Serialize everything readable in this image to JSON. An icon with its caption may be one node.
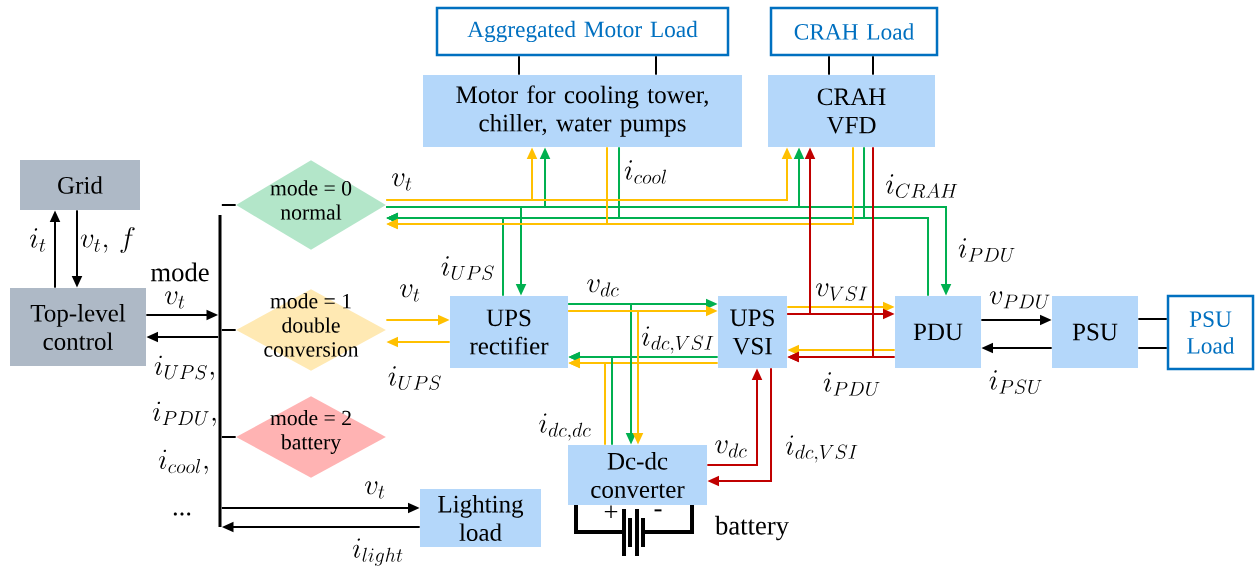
{
  "diagram": {
    "nodes": [
      {
        "text": [
          "Aggregated Motor Load"
        ]
      },
      {
        "text": [
          "CRAH Load"
        ]
      },
      {
        "text": [
          "Motor for cooling tower, chiller, water pumps"
        ]
      },
      {
        "text": [
          "CRAH VFD"
        ]
      },
      {
        "text": [
          "Grid"
        ]
      },
      {
        "text": [
          "mode = 0 normal"
        ]
      },
      {
        "text": [],
        "shape": "bar"
      },
      {
        "text": [
          "Top-level control"
        ]
      },
      {
        "text": [
          "mode = 1 double conversion"
        ]
      },
      {
        "text": [
          "UPS rectifier"
        ]
      },
      {
        "text": [
          "UPS VSI"
        ]
      },
      {
        "text": [
          "PDU"
        ]
      },
      {
        "text": [
          "PSU"
        ]
      },
      {
        "text": [
          "PSU Load"
        ]
      },
      {
        "text": [
          "mode = 2 battery"
        ]
      },
      {
        "text": [
          "Dc-dc converter"
        ]
      },
      {
        "text": [
          "Lighting load"
        ]
      }
    ],
    "edges": [
      {
        "from": 0,
        "to": 2,
        "arrow": "none"
      },
      {
        "from": 0,
        "to": 2,
        "arrow": "none"
      },
      {
        "from": 1,
        "to": 3,
        "arrow": "none"
      },
      {
        "from": 1,
        "to": 3,
        "arrow": "none"
      },
      {
        "from": 7,
        "to": 4,
        "arrow": "to",
        "label": "i_{t}"
      },
      {
        "from": 4,
        "to": 7,
        "arrow": "to",
        "label": "v_{t},\\,f"
      },
      {
        "from": 7,
        "to": 6,
        "arrow": "to",
        "label": "v_{t}"
      },
      {
        "from": 6,
        "to": 7,
        "arrow": "to"
      },
      {
        "from": 6,
        "to": 5,
        "arrow": "none"
      },
      {
        "from": 6,
        "to": 8,
        "arrow": "none"
      },
      {
        "from": 6,
        "to": 14,
        "arrow": "none"
      },
      {
        "from": 6,
        "to": 16,
        "arrow": "to",
        "label": "v_{t}"
      },
      {
        "from": 16,
        "to": 6,
        "arrow": "to",
        "label": "i_{light}"
      },
      {
        "from": 11,
        "to": 12,
        "arrow": "to",
        "label": "v_{PDU}"
      },
      {
        "from": 12,
        "to": 11,
        "arrow": "to",
        "label": "i_{PSU}"
      },
      {
        "from": 12,
        "to": 13,
        "arrow": "none"
      },
      {
        "from": 12,
        "to": 13,
        "arrow": "none"
      },
      {
        "from": 5,
        "to": 2,
        "arrow": "to",
        "color": "#00b050"
      },
      {
        "from": 5,
        "to": 3,
        "arrow": "to",
        "color": "#00b050"
      },
      {
        "from": 5,
        "to": 11,
        "arrow": "to",
        "color": "#00b050",
        "label": "i_{PDU}"
      },
      {
        "from": 5,
        "to": 9,
        "arrow": "to",
        "color": "#00b050"
      },
      {
        "from": 2,
        "to": 5,
        "arrow": "to",
        "color": "#00b050",
        "label": "i_{cool}"
      },
      {
        "from": 3,
        "to": 5,
        "arrow": "to",
        "color": "#00b050",
        "label": "i_{CRAH}"
      },
      {
        "from": 11,
        "to": 5,
        "arrow": "to",
        "color": "#00b050"
      },
      {
        "from": 9,
        "to": 5,
        "arrow": "to",
        "color": "#00b050",
        "label": "i_{UPS}"
      },
      {
        "from": 5,
        "to": 2,
        "arrow": "to",
        "color": "#ffc000",
        "label": "v_{t}"
      },
      {
        "from": 5,
        "to": 3,
        "arrow": "to",
        "color": "#ffc000"
      },
      {
        "from": 2,
        "to": 5,
        "arrow": "to",
        "color": "#ffc000"
      },
      {
        "from": 3,
        "to": 5,
        "arrow": "to",
        "color": "#ffc000"
      },
      {
        "from": 8,
        "to": 9,
        "arrow": "to",
        "color": "#ffc000",
        "label": "v_{t}"
      },
      {
        "from": 9,
        "to": 8,
        "arrow": "to",
        "color": "#ffc000",
        "label": "i_{UPS}"
      },
      {
        "from": 9,
        "to": 10,
        "arrow": "to",
        "color": "#00b050",
        "label": "v_{dc}"
      },
      {
        "from": 9,
        "to": 10,
        "arrow": "to",
        "color": "#ffc000"
      },
      {
        "from": 10,
        "to": 9,
        "arrow": "to",
        "color": "#00b050",
        "label": "i_{dc,VSI}"
      },
      {
        "from": 10,
        "to": 9,
        "arrow": "to",
        "color": "#ffc000"
      },
      {
        "from": 9,
        "to": 15,
        "arrow": "to",
        "color": "#00b050"
      },
      {
        "from": 9,
        "to": 15,
        "arrow": "to",
        "color": "#ffc000"
      },
      {
        "from": 15,
        "to": 9,
        "arrow": "to",
        "color": "#00b050",
        "label": "i_{dc,dc}"
      },
      {
        "from": 15,
        "to": 9,
        "arrow": "to",
        "color": "#ffc000"
      },
      {
        "from": 10,
        "to": 11,
        "arrow": "to",
        "color": "#ffc000"
      },
      {
        "from": 10,
        "to": 11,
        "arrow": "to",
        "color": "#c00000",
        "label": "v_{VSI}"
      },
      {
        "from": 11,
        "to": 10,
        "arrow": "to",
        "color": "#ffc000"
      },
      {
        "from": 11,
        "to": 10,
        "arrow": "to",
        "color": "#c00000",
        "label": "i_{PDU}"
      },
      {
        "from": 10,
        "to": 3,
        "arrow": "to",
        "color": "#c00000"
      },
      {
        "from": 3,
        "to": 10,
        "arrow": "to",
        "color": "#c00000"
      },
      {
        "from": 15,
        "to": 10,
        "arrow": "to",
        "color": "#c00000",
        "label": "v_{dc}"
      },
      {
        "from": 10,
        "to": 15,
        "arrow": "to",
        "color": "#c00000",
        "label": "i_{dc,VSI}"
      }
    ],
    "labels": [
      "mode",
      "i_{UPS},",
      "i_{PDU},",
      "i_{cool},",
      "...",
      "+",
      "-",
      "battery"
    ]
  }
}
